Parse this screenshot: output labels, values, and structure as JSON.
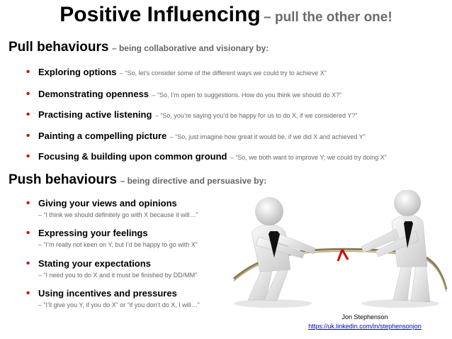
{
  "title": {
    "main": "Positive Influencing",
    "sub": "– pull the other one!"
  },
  "pull": {
    "heading": "Pull behaviours",
    "subheading": "– being collaborative and visionary by:",
    "items": [
      {
        "label": "Exploring options",
        "quote": "– “So, let’s consider some of the different ways we could try to achieve X”"
      },
      {
        "label": "Demonstrating openness",
        "quote": "– “So, I’m open to suggestions. How do you think we should do X?”"
      },
      {
        "label": "Practising active listening",
        "quote": "– “So, you’re saying you’d be happy for us to do X, if we considered Y?”"
      },
      {
        "label": "Painting a compelling picture",
        "quote": "– “So, just imagine how great it would be, if we did X and achieved Y”"
      },
      {
        "label": "Focusing & building upon common ground",
        "quote": "– “So, we both want to improve Y; we could try doing X”"
      }
    ]
  },
  "push": {
    "heading": "Push behaviours",
    "subheading": "– being directive and persuasive by:",
    "items": [
      {
        "label": "Giving your views and opinions",
        "quote": "– “I think we should definitely go with X because it will…”"
      },
      {
        "label": "Expressing your feelings",
        "quote": "– “I’m really not keen on Y, but I’d be happy to go with X”"
      },
      {
        "label": "Stating your expectations",
        "quote": "– “I need you to do X and it must be finished by DD/MM”"
      },
      {
        "label": "Using incentives and pressures",
        "quote": "– “I’ll give you Y, if you do X” or “if you don’t do X, I will…”"
      }
    ]
  },
  "credit": {
    "name": "Jon Stephenson",
    "link": "https://uk.linkedin.com/in/stephensonjon"
  },
  "colors": {
    "bullet": "#d40000",
    "grey": "#666666",
    "link": "#0000cc",
    "tie": "#111111",
    "ribbon": "#d40000"
  },
  "illustration": {
    "name": "tug-of-war-figures"
  }
}
